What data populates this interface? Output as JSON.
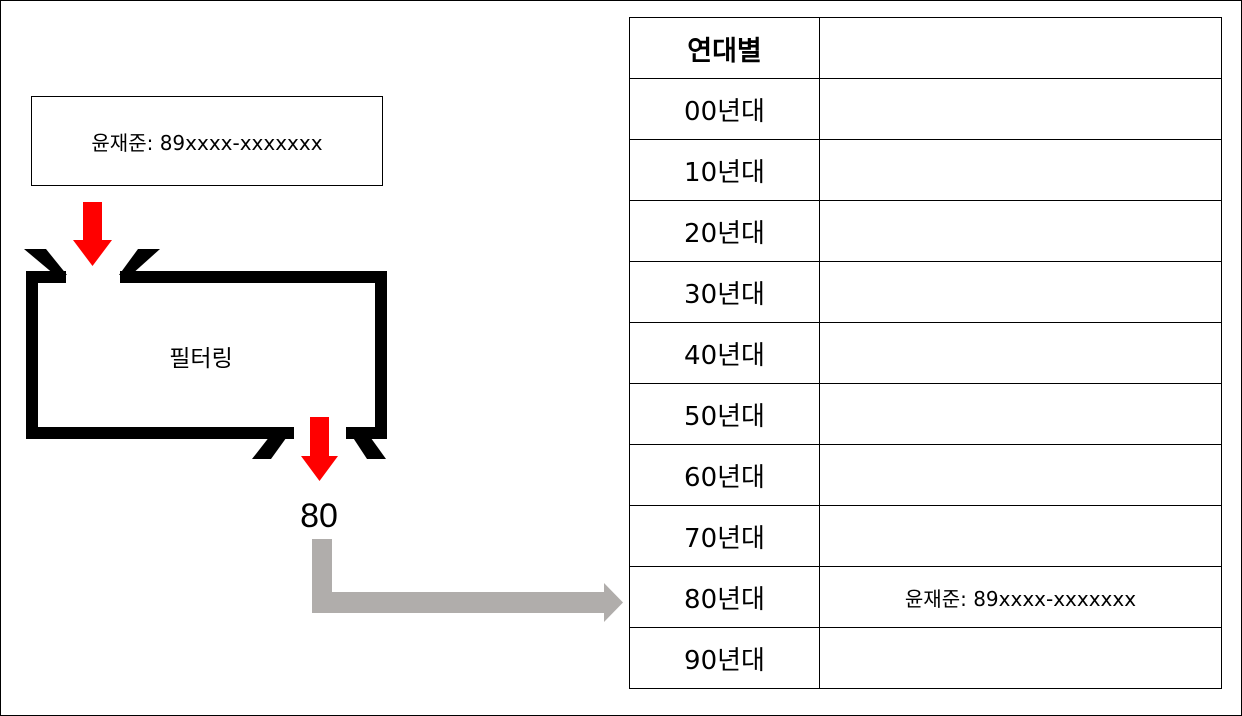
{
  "input_record": "윤재준: 89xxxx-xxxxxxx",
  "filter_label": "필터링",
  "result_decade": "80",
  "table": {
    "header": [
      "연대별",
      ""
    ],
    "rows": [
      {
        "decade": "00년대",
        "value": ""
      },
      {
        "decade": "10년대",
        "value": ""
      },
      {
        "decade": "20년대",
        "value": ""
      },
      {
        "decade": "30년대",
        "value": ""
      },
      {
        "decade": "40년대",
        "value": ""
      },
      {
        "decade": "50년대",
        "value": ""
      },
      {
        "decade": "60년대",
        "value": ""
      },
      {
        "decade": "70년대",
        "value": ""
      },
      {
        "decade": "80년대",
        "value": "윤재준: 89xxxx-xxxxxxx"
      },
      {
        "decade": "90년대",
        "value": ""
      }
    ]
  },
  "colors": {
    "input_arrow": "#ff0000",
    "output_arrow": "#ff0000",
    "route_arrow": "#b0adab",
    "filter_frame": "#000000"
  },
  "icons": {
    "input_arrow": "down-arrow-icon",
    "output_arrow": "down-arrow-icon",
    "route_arrow": "elbow-right-arrow-icon"
  }
}
